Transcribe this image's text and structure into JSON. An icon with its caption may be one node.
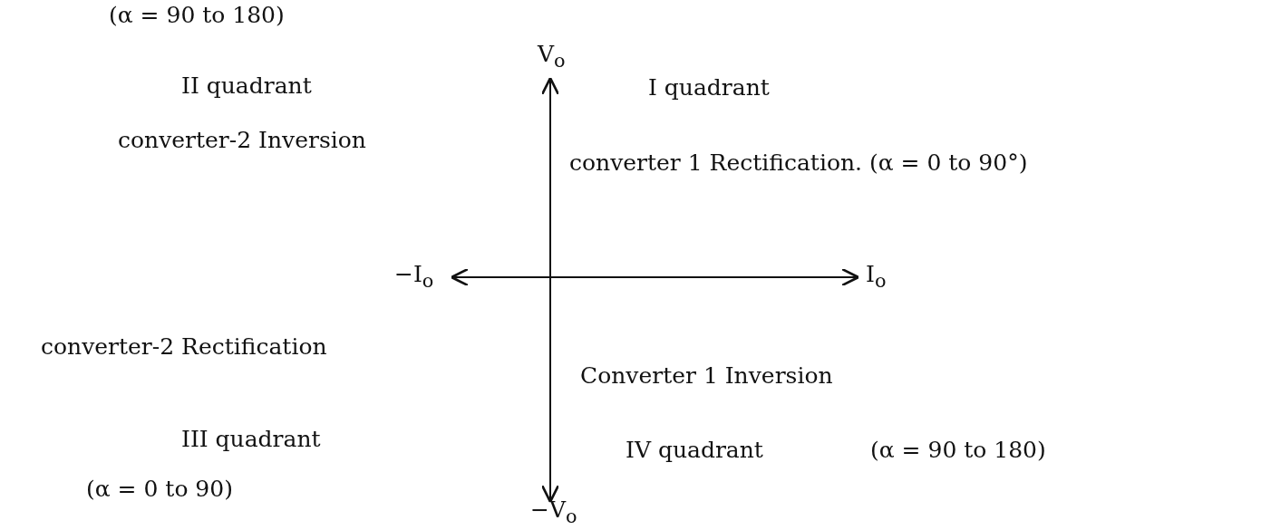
{
  "diagram": {
    "labels": [
      "(α = 90 to 180)",
      "V$_{o}$",
      "II quadrant",
      "I quadrant",
      "converter-2 Inversion",
      "converter 1 Rectification. (α = 0 to 90°)",
      "−I$_{o}$",
      "I$_{o}$",
      "converter-2 Rectification",
      "Converter 1 Inversion",
      "III quadrant",
      "IV quadrant",
      "(α = 90 to 180)",
      "(α = 0 to 90)",
      "−V$_{o}$"
    ]
  }
}
